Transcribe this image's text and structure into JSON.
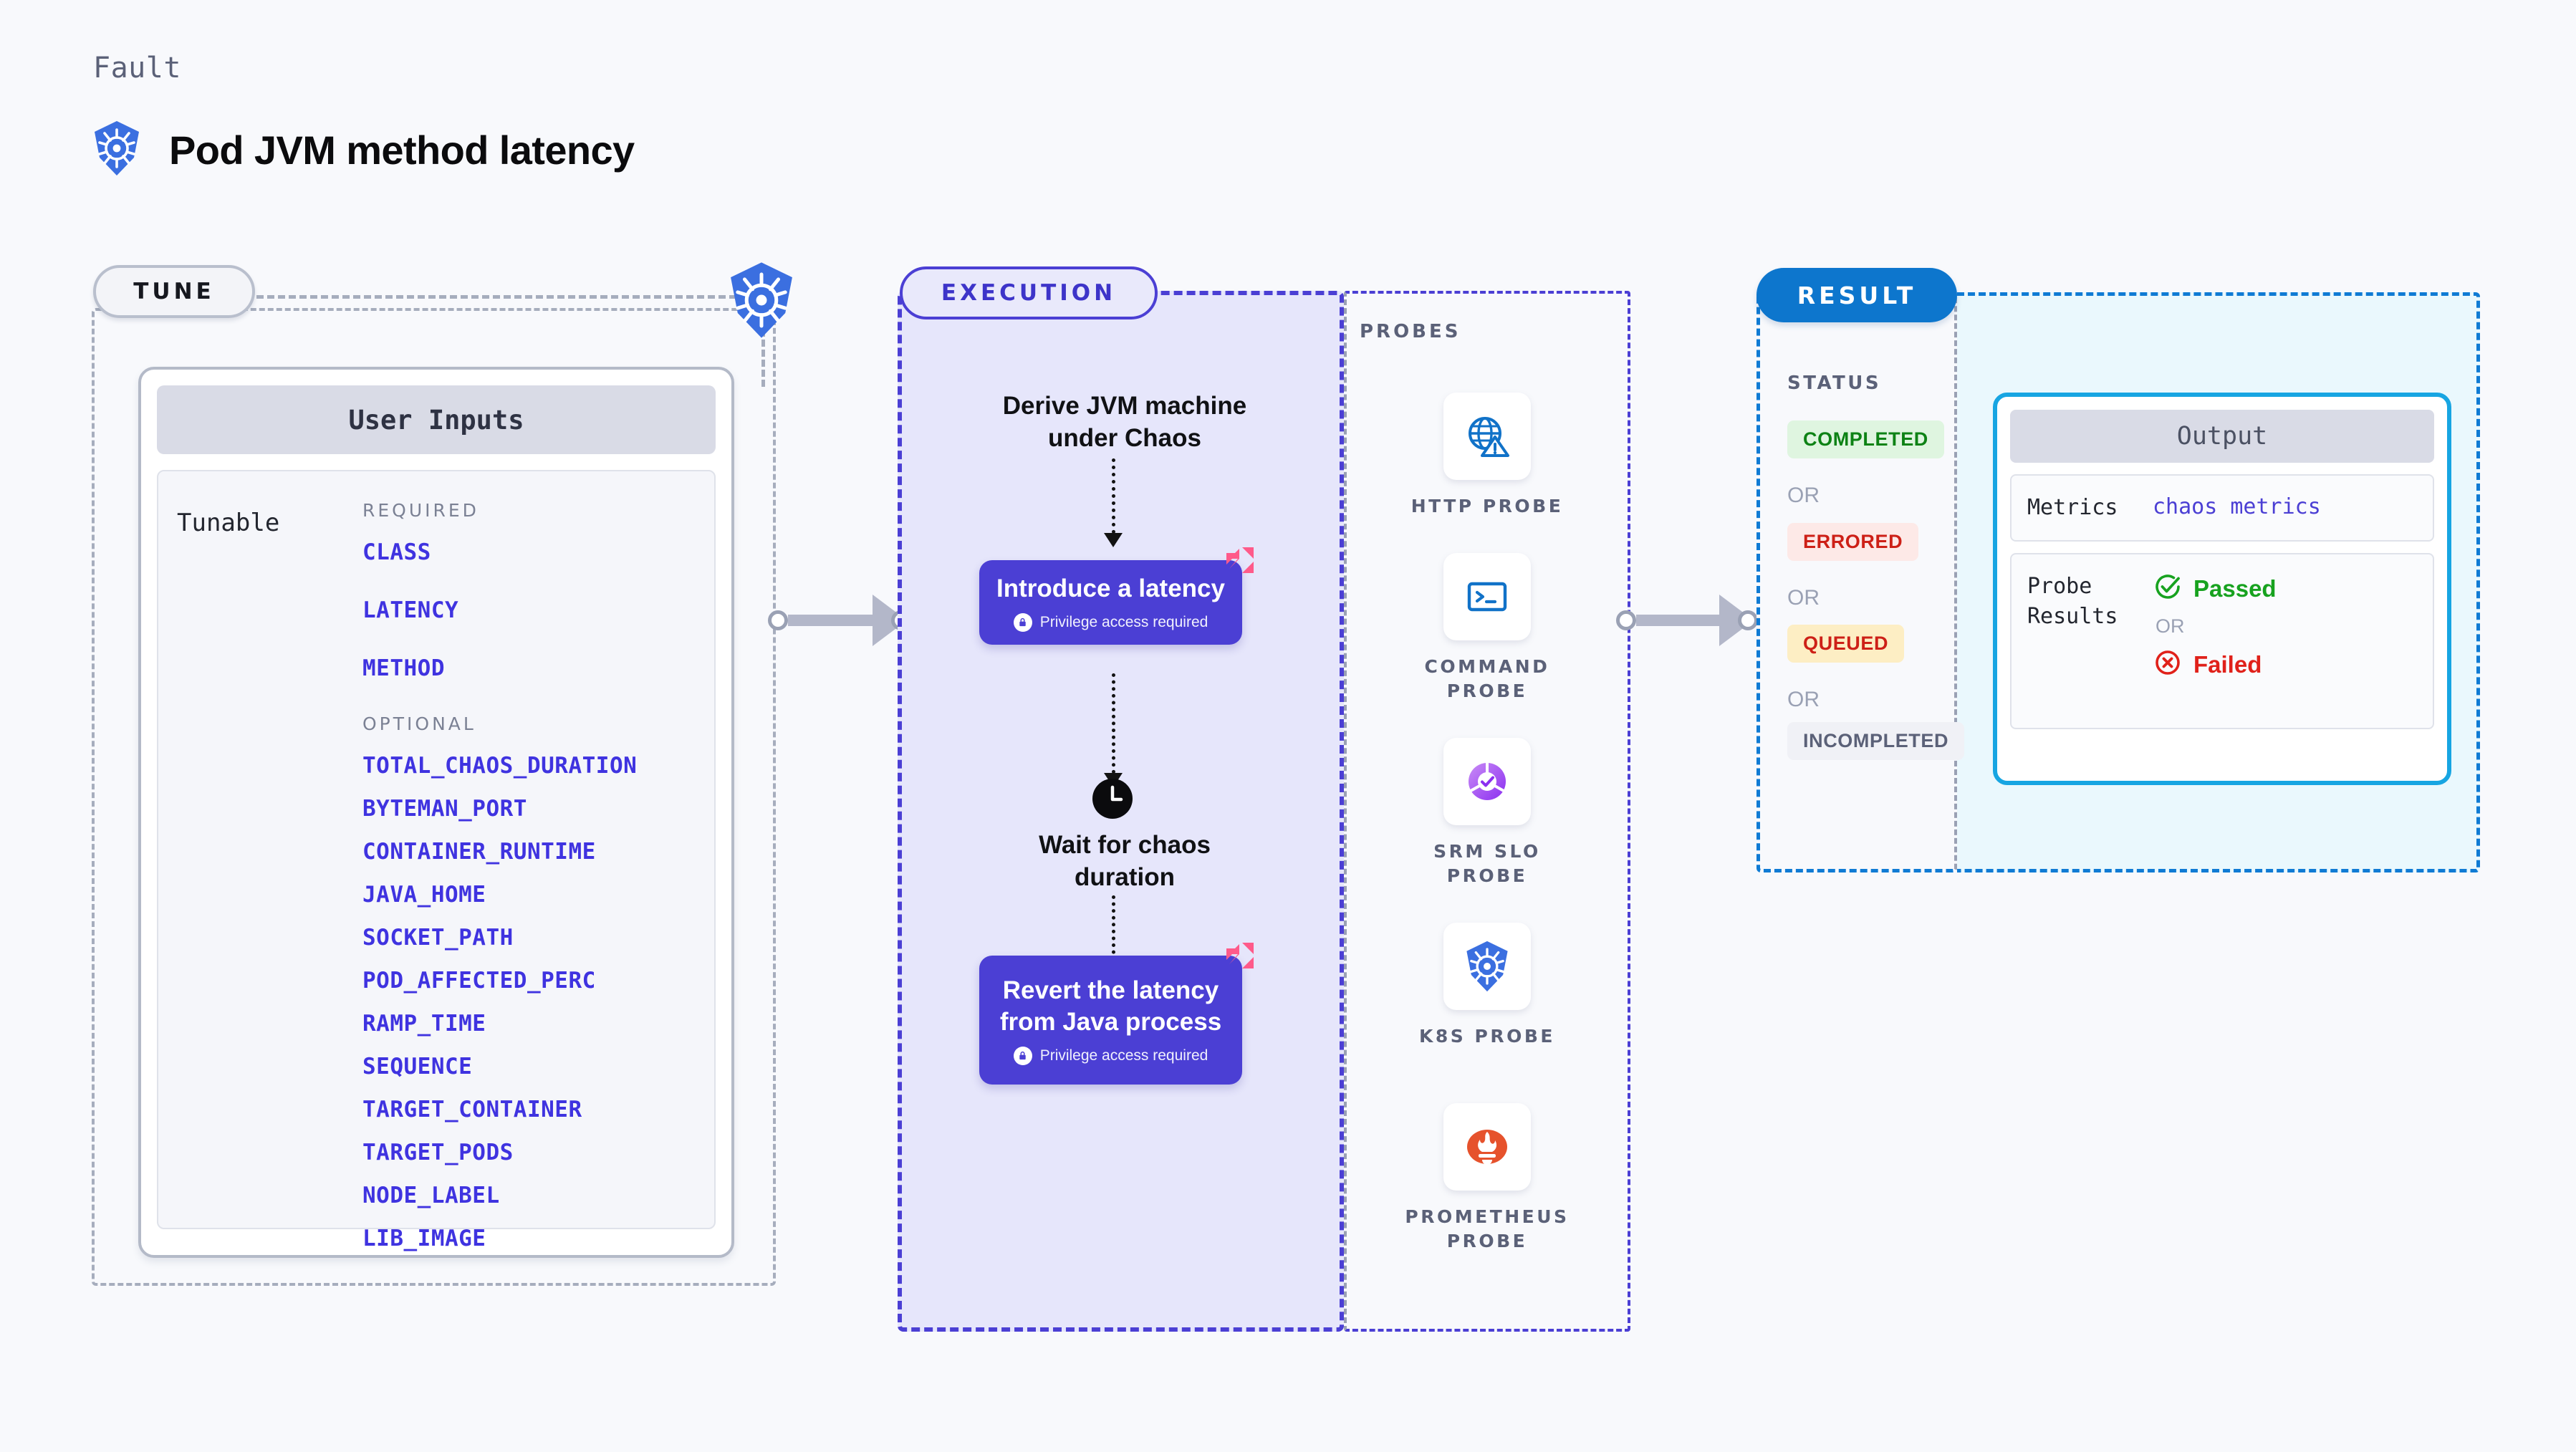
{
  "header": {
    "eyebrow": "Fault",
    "title": "Pod JVM method latency",
    "icon": "kubernetes-icon"
  },
  "tune": {
    "pill_label": "TUNE",
    "node_icon": "kubernetes-icon",
    "user_inputs_title": "User Inputs",
    "tunable_label": "Tunable",
    "required_title": "REQUIRED",
    "required": [
      "CLASS",
      "LATENCY",
      "METHOD"
    ],
    "optional_title": "OPTIONAL",
    "optional": [
      "TOTAL_CHAOS_DURATION",
      "BYTEMAN_PORT",
      "CONTAINER_RUNTIME",
      "JAVA_HOME",
      "SOCKET_PATH",
      "POD_AFFECTED_PERC",
      "RAMP_TIME",
      "SEQUENCE",
      "TARGET_CONTAINER",
      "TARGET_PODS",
      "NODE_LABEL",
      "LIB_IMAGE"
    ]
  },
  "execution": {
    "pill_label": "EXECUTION",
    "step1_title": "Derive JVM machine\nunder Chaos",
    "box1_title": "Introduce a latency",
    "box1_subtitle": "Privilege access required",
    "wait_title": "Wait for chaos\nduration",
    "wait_icon": "clock-icon",
    "box2_title": "Revert the latency\nfrom Java process",
    "box2_subtitle": "Privilege access required",
    "badge_icon": "harness-logo-icon",
    "accent_color": "#4b3fd4",
    "panel_bg": "#e6e6fb"
  },
  "probes": {
    "title": "PROBES",
    "items": [
      {
        "label": "HTTP  PROBE",
        "icon": "globe-warning-icon"
      },
      {
        "label": "COMMAND\nPROBE",
        "icon": "terminal-icon"
      },
      {
        "label": "SRM  SLO\nPROBE",
        "icon": "slo-gauge-check-icon"
      },
      {
        "label": "K8S  PROBE",
        "icon": "kubernetes-icon"
      },
      {
        "label": "PROMETHEUS\nPROBE",
        "icon": "prometheus-icon"
      }
    ]
  },
  "result": {
    "pill_label": "RESULT",
    "accent_color": "#0d76cd",
    "status_title": "STATUS",
    "or_label": "OR",
    "statuses": [
      {
        "label": "COMPLETED",
        "bg": "#dff5e0",
        "fg": "#0d8215"
      },
      {
        "label": "ERRORED",
        "bg": "#fde9e7",
        "fg": "#cd2017"
      },
      {
        "label": "QUEUED",
        "bg": "#fdeec4",
        "fg": "#cd2017"
      },
      {
        "label": "INCOMPLETED",
        "bg": "#f0f1f6",
        "fg": "#5b6178"
      }
    ]
  },
  "output": {
    "title": "Output",
    "metrics_label": "Metrics",
    "metrics_value": "chaos metrics",
    "probe_results_label": "Probe\nResults",
    "passed_label": "Passed",
    "passed_icon": "check-circle-icon",
    "or_label": "OR",
    "failed_label": "Failed",
    "failed_icon": "x-circle-icon",
    "border_color": "#17a5e2"
  }
}
